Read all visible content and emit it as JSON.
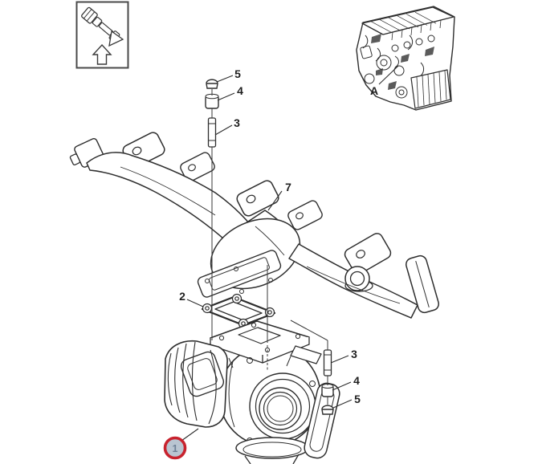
{
  "diagram": {
    "kind": "exploded-parts-diagram",
    "background": "#ffffff",
    "ink_color": "#2e2e2e"
  },
  "callouts": {
    "top_nut": "5",
    "top_washer": "4",
    "top_stud": "3",
    "manifold": "7",
    "gasket": "2",
    "right_stud": "3",
    "right_washer": "4",
    "right_nut": "5",
    "engine_location": "A"
  },
  "highlight": {
    "label": "1",
    "ring_color": "#c8232e",
    "fill_color": "#b9c5d1",
    "text_color": "#6e8096"
  }
}
